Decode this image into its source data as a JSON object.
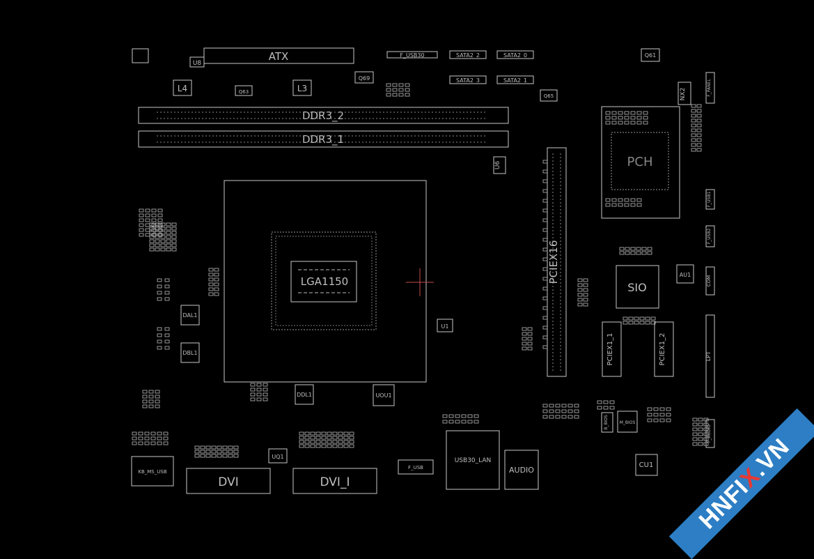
{
  "board": {
    "labels": {
      "atx": "ATX",
      "f_usb30": "F_USB30",
      "sata2_2": "SATA2_2",
      "sata2_0": "SATA2_0",
      "sata2_3": "SATA2_3",
      "sata2_1": "SATA2_1",
      "ddr3_2": "DDR3_2",
      "ddr3_1": "DDR3_1",
      "lga": "LGA1150",
      "pciex16": "PCIEX16",
      "pch": "PCH",
      "sio": "SIO",
      "pciex1_1": "PCIEX1_1",
      "pciex1_2": "PCIEX1_2",
      "dal1": "DAL1",
      "dbl1": "DBL1",
      "ddl1": "DDL1",
      "l4": "L4",
      "l3": "L3",
      "u8": "U8",
      "u6": "U6",
      "u1": "U1",
      "q69": "Q69",
      "q61": "Q61",
      "q65": "Q65",
      "q63": "Q63",
      "uq1": "UQ1",
      "uou1": "UOU1",
      "au1": "AU1",
      "cu1": "CU1",
      "nx2": "NX2",
      "kb_ms_usb": "KB_MS_USB",
      "dvi": "DVI",
      "dvi_i": "DVI_I",
      "f_usb": "F_USB",
      "usb30_lan": "USB30_LAN",
      "audio": "AUDIO",
      "m_bios": "M_BIOS",
      "b_bios": "B_BIOS",
      "com": "COM",
      "lpt": "LPT",
      "f_panel": "F_PANEL",
      "f_audio": "F_AUDIO",
      "f_usb1": "F_USB1",
      "f_usb2": "F_USB2"
    },
    "colors": {
      "background": "#000000",
      "stroke": "#c8c8c8",
      "watermark_bg": "#2d7ec4",
      "watermark_accent": "#e53935"
    }
  },
  "watermark": {
    "text_a": "HNFI",
    "text_x": "X",
    "text_b": ".VN"
  }
}
